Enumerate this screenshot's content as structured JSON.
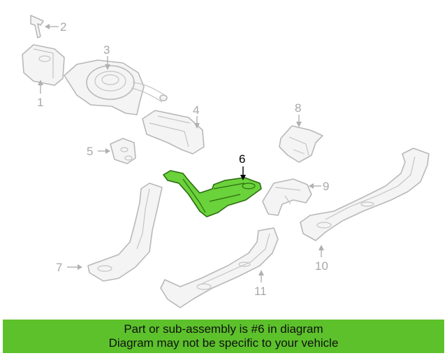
{
  "callouts": {
    "c1": "1",
    "c2": "2",
    "c3": "3",
    "c4": "4",
    "c5": "5",
    "c6": "6",
    "c7": "7",
    "c8": "8",
    "c9": "9",
    "c10": "10",
    "c11": "11"
  },
  "banner": {
    "line1": "Part or sub-assembly is #6 in diagram",
    "line2": "Diagram may not be specific to your vehicle"
  },
  "colors": {
    "highlight": "#6ad23a",
    "banner": "#5cc12b",
    "part_outline": "#b8b8b8"
  }
}
